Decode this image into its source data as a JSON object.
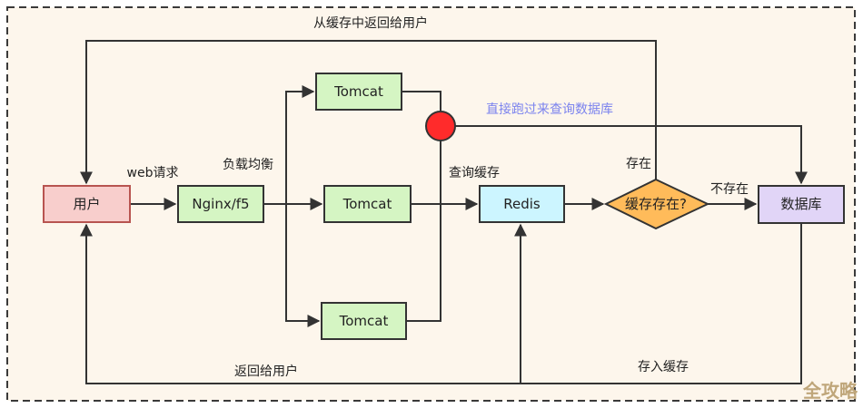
{
  "nodes": {
    "user": {
      "label": "用户",
      "fill": "#f8cecc",
      "stroke": "#b85450"
    },
    "nginx": {
      "label": "Nginx/f5",
      "fill": "#d5f5c3",
      "stroke": "#333333"
    },
    "tomcat_top": {
      "label": "Tomcat",
      "fill": "#d5f5c3",
      "stroke": "#333333"
    },
    "tomcat_mid": {
      "label": "Tomcat",
      "fill": "#d5f5c3",
      "stroke": "#333333"
    },
    "tomcat_bottom": {
      "label": "Tomcat",
      "fill": "#d5f5c3",
      "stroke": "#333333"
    },
    "redis": {
      "label": "Redis",
      "fill": "#ccf5ff",
      "stroke": "#333333"
    },
    "cache_check": {
      "label": "缓存存在?",
      "fill": "#ffbb5a",
      "stroke": "#333333"
    },
    "database": {
      "label": "数据库",
      "fill": "#e1d5f7",
      "stroke": "#333333"
    },
    "junction": {
      "fill": "#ff2b2b",
      "stroke": "#333333"
    }
  },
  "edge_labels": {
    "return_from_cache": "从缓存中返回给用户",
    "web_request": "web请求",
    "load_balance": "负载均衡",
    "query_cache": "查询缓存",
    "bypass_db": "直接跑过来查询数据库",
    "exists": "存在",
    "not_exists": "不存在",
    "return_to_user": "返回给用户",
    "store_cache": "存入缓存"
  },
  "watermark": "全攻略",
  "colors": {
    "background": "#fdf6ec",
    "border": "#3a3a3a",
    "wire": "#333333",
    "note_text": "#7b83ee"
  }
}
